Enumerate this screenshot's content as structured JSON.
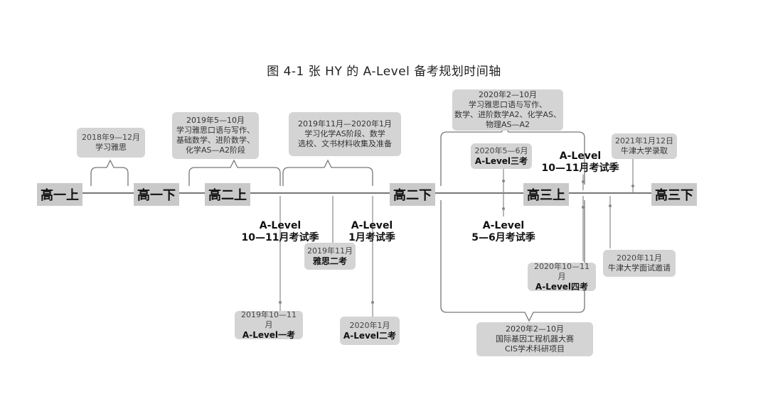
{
  "title": "图 4-1   张 HY 的 A-Level 备考规划时间轴",
  "stages": {
    "g1a": "高一上",
    "g1b": "高一下",
    "g2a": "高二上",
    "g2b": "高二下",
    "g3a": "高三上",
    "g3b": "高三下"
  },
  "above": {
    "ielts_study": {
      "line1": "2018年9—12月",
      "line2": "学习雅思"
    },
    "spring_2019": {
      "line1": "2019年5—10月",
      "line2": "学习雅思口语与写作、",
      "line3": "基础数学、进阶数学、",
      "line4": "化学AS—A2阶段"
    },
    "fall_2019": {
      "line1": "2019年11月—2020年1月",
      "line2": "学习化学AS阶段、数学",
      "line3": "选校、文书材料收集及准备"
    },
    "year_2020": {
      "line1": "2020年2—10月",
      "line2": "学习雅思口语与写作、",
      "line3": "数学、进阶数学A2、化学AS、",
      "line4": "物理AS—A2"
    },
    "exam3": {
      "line1": "2020年5—6月",
      "line2": "A-Level三考"
    },
    "oxford_admit": {
      "line1": "2021年1月12日",
      "line2": "牛津大学录取"
    }
  },
  "seasons": {
    "s1": {
      "line1": "A-Level",
      "line2": "10—11月考试季"
    },
    "s2": {
      "line1": "A-Level",
      "line2": "1月考试季"
    },
    "s3": {
      "line1": "A-Level",
      "line2": "5—6月考试季"
    },
    "s4": {
      "line1": "A-Level",
      "line2": "10—11月考试季"
    }
  },
  "below": {
    "ielts2": {
      "line1": "2019年11月",
      "line2": "雅思二考"
    },
    "exam1": {
      "line1": "2019年10—11月",
      "line2": "A-Level一考"
    },
    "exam2": {
      "line1": "2020年1月",
      "line2": "A-Level二考"
    },
    "exam4": {
      "line1": "2020年10—11月",
      "line2": "A-Level四考"
    },
    "oxford_interview": {
      "line1": "2020年11月",
      "line2": "牛津大学面试邀请"
    },
    "competition": {
      "line1": "2020年2—10月",
      "line2": "国际基因工程机器大赛",
      "line3": "CIS学术科研项目"
    }
  }
}
